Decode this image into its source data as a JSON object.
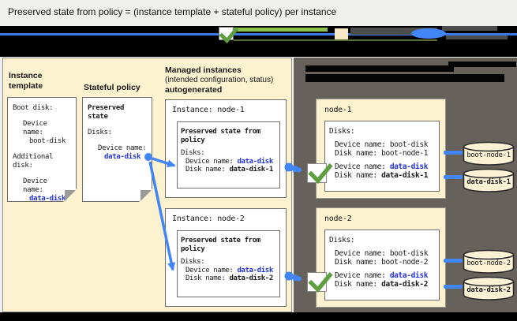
{
  "title": "Preserved state from policy = (instance template + stateful policy) per instance",
  "colors": {
    "panel_cream": "#FCF2CF",
    "panel_dark": "#66615A",
    "arrow_blue": "#4285F4",
    "value_blue": "#2433D9",
    "check_green": "#5F9E3E"
  },
  "instance_template": {
    "heading": "Instance template",
    "boot_disk": "Boot disk:",
    "boot_device_label": "Device name:",
    "boot_device_value": "boot-disk",
    "additional_disk": "Additional disk:",
    "add_device_label": "Device name:",
    "add_device_value": "data-disk"
  },
  "stateful_policy": {
    "heading": "Stateful policy",
    "doc_title": "Preserved state",
    "disks": "Disks:",
    "device_label": "Device name:",
    "device_value": "data-disk"
  },
  "managed": {
    "heading_bold": "Managed instances",
    "heading_sub": "(intended configuration, status)",
    "heading_bold2": "autogenerated",
    "instances": [
      {
        "title": "Instance: node-1",
        "inner_title": "Preserved state from policy",
        "disks": "Disks:",
        "device_label": "Device name:",
        "device_value": "data-disk",
        "disk_label": "Disk name:",
        "disk_value": "data-disk-1"
      },
      {
        "title": "Instance: node-2",
        "inner_title": "Preserved state from policy",
        "disks": "Disks:",
        "device_label": "Device name:",
        "device_value": "data-disk",
        "disk_label": "Disk name:",
        "disk_value": "data-disk-2"
      }
    ]
  },
  "nodes": [
    {
      "title": "node-1",
      "disks": "Disks:",
      "boot_device_label": "Device name:",
      "boot_device_value": "boot-disk",
      "boot_disk_label": "Disk name:",
      "boot_disk_value": "boot-node-1",
      "data_device_label": "Device name:",
      "data_device_value": "data-disk",
      "data_disk_label": "Disk name:",
      "data_disk_value": "data-disk-1",
      "cyl_boot": "boot-node-1",
      "cyl_data": "data-disk-1"
    },
    {
      "title": "node-2",
      "disks": "Disks:",
      "boot_device_label": "Device name:",
      "boot_device_value": "boot-disk",
      "boot_disk_value": "boot-node-2",
      "boot_disk_label": "Disk name:",
      "data_device_label": "Device name:",
      "data_device_value": "data-disk",
      "data_disk_label": "Disk name:",
      "data_disk_value": "data-disk-2",
      "cyl_boot": "boot-node-2",
      "cyl_data": "data-disk-2"
    }
  ]
}
